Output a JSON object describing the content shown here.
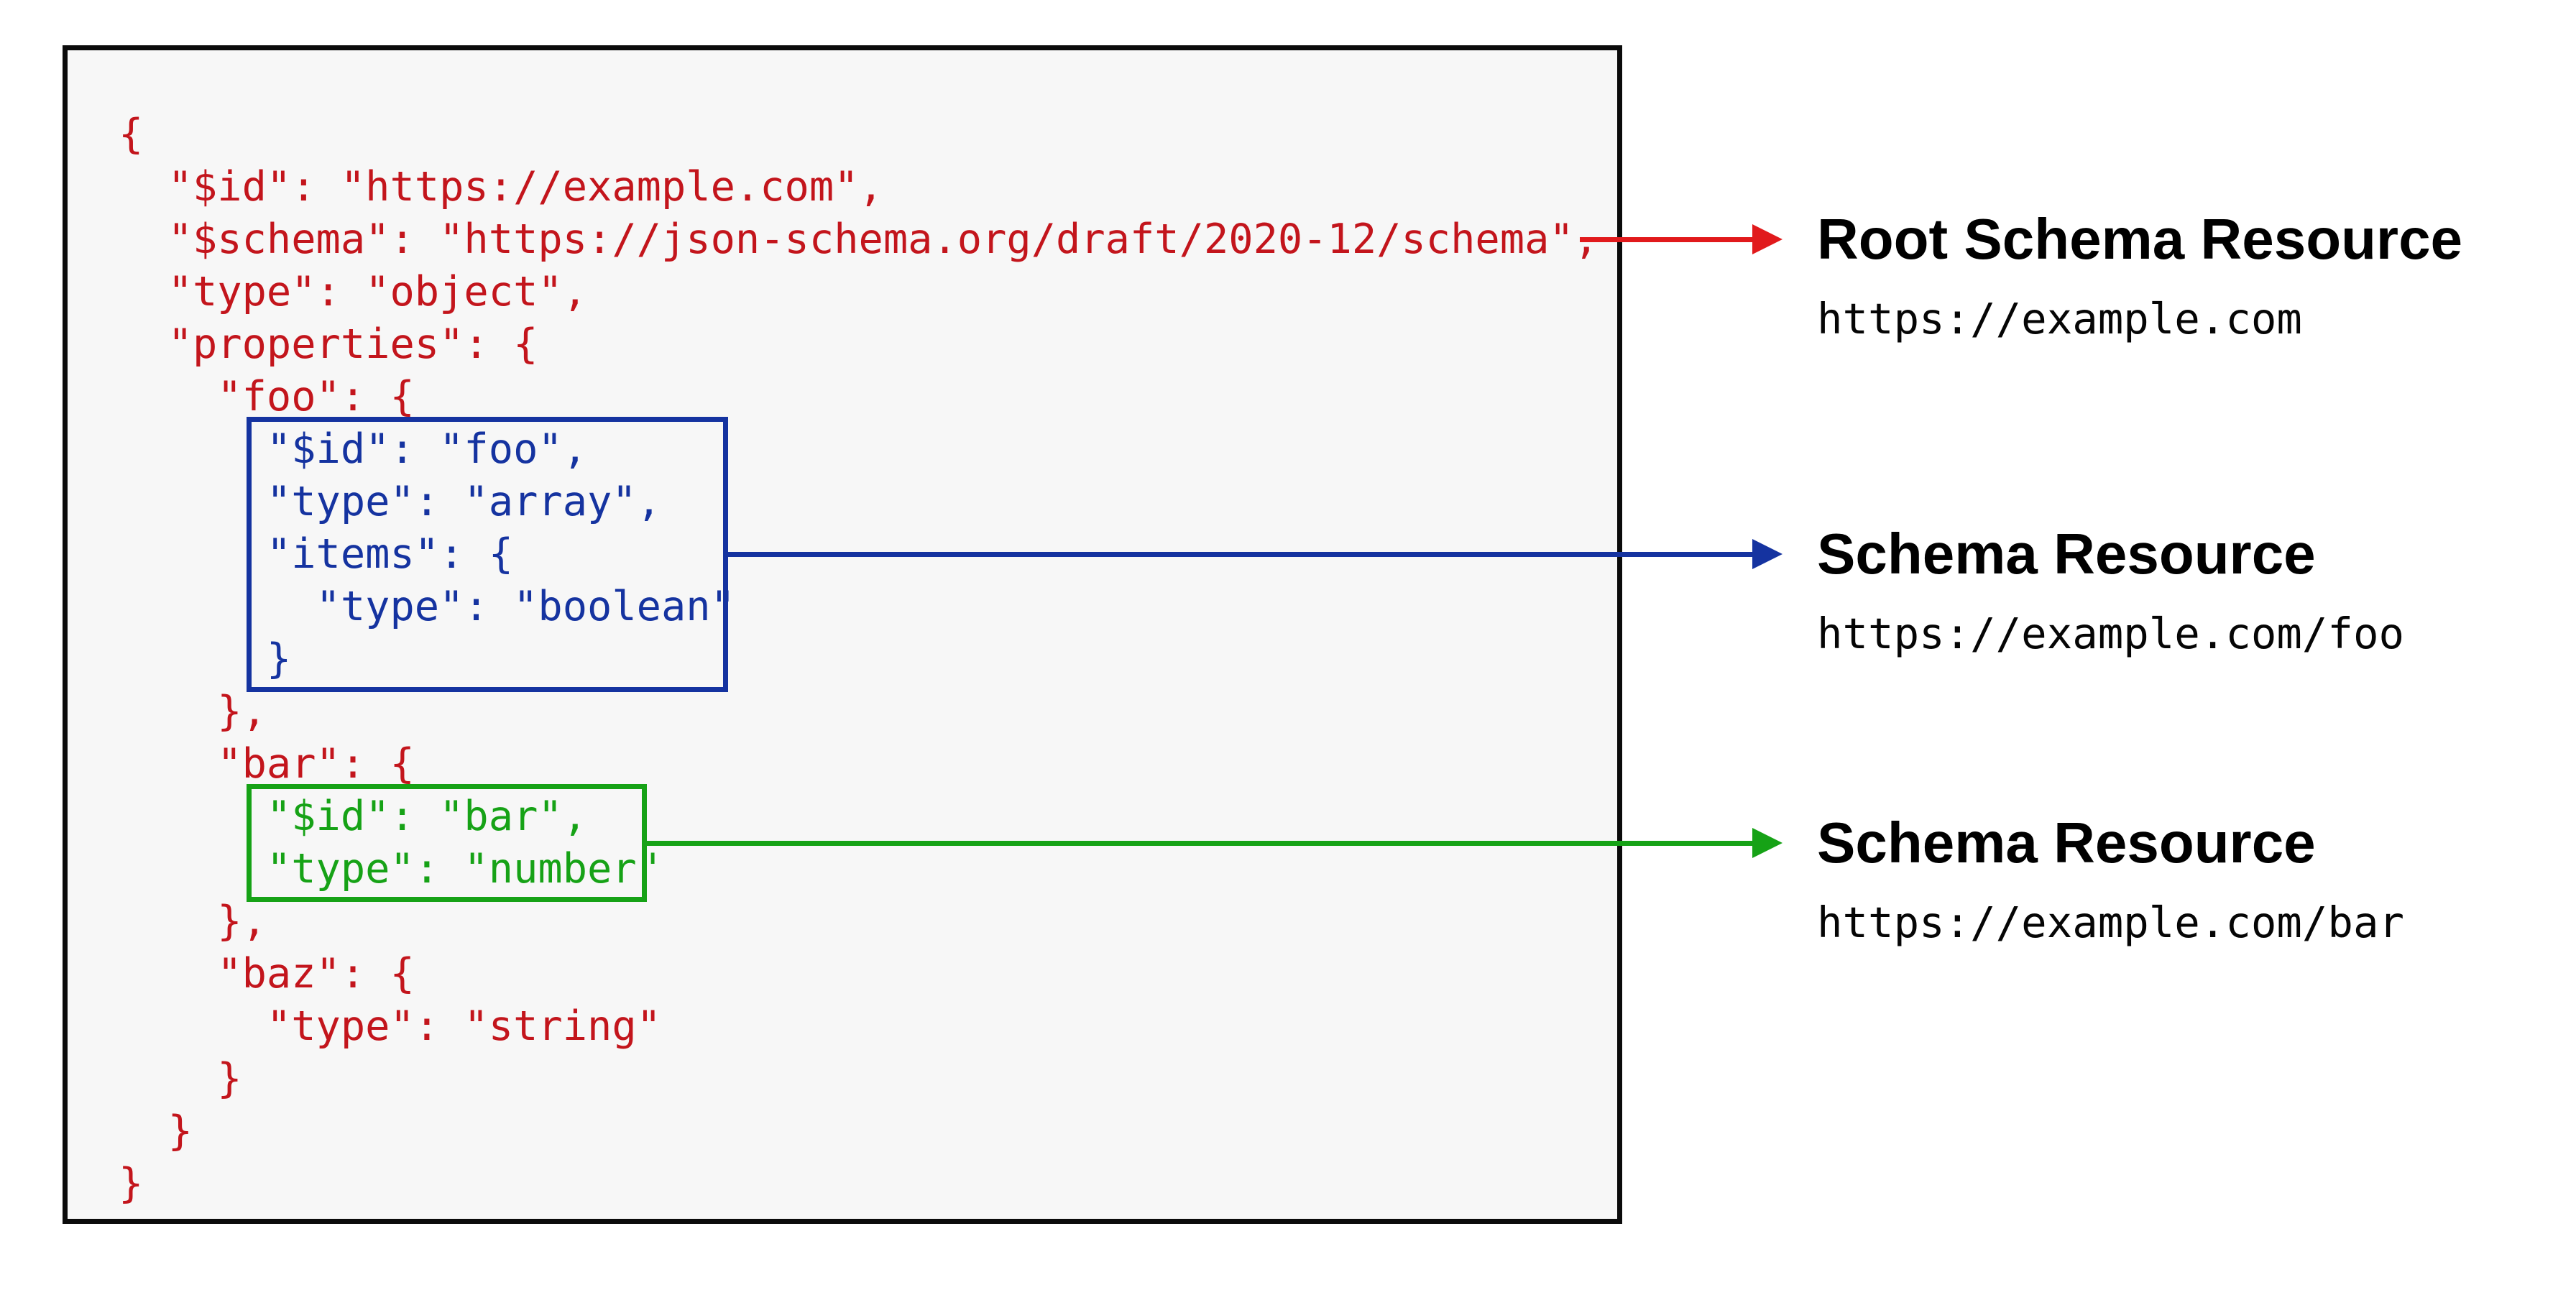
{
  "colors": {
    "code_red": "#c3151c",
    "code_blue": "#1533a0",
    "code_green": "#16a216",
    "arrow_red": "#e11a1c",
    "arrow_blue": "#1533a0",
    "arrow_green": "#16a216",
    "code_box_background": "#f7f7f7",
    "code_box_border": "#0b0b0b",
    "label_text": "#000000"
  },
  "code_lines": [
    {
      "text": "{",
      "color": "red"
    },
    {
      "text": "  \"$id\": \"https://example.com\",",
      "color": "red"
    },
    {
      "text": "  \"$schema\": \"https://json-schema.org/draft/2020-12/schema\",",
      "color": "red"
    },
    {
      "text": "  \"type\": \"object\",",
      "color": "red"
    },
    {
      "text": "  \"properties\": {",
      "color": "red"
    },
    {
      "text": "    \"foo\": {",
      "color": "red"
    },
    {
      "text": "      \"$id\": \"foo\",",
      "color": "blue"
    },
    {
      "text": "      \"type\": \"array\",",
      "color": "blue"
    },
    {
      "text": "      \"items\": {",
      "color": "blue"
    },
    {
      "text": "        \"type\": \"boolean\"",
      "color": "blue"
    },
    {
      "text": "      }",
      "color": "blue"
    },
    {
      "text": "    },",
      "color": "red"
    },
    {
      "text": "    \"bar\": {",
      "color": "red"
    },
    {
      "text": "      \"$id\": \"bar\",",
      "color": "green"
    },
    {
      "text": "      \"type\": \"number\"",
      "color": "green"
    },
    {
      "text": "    },",
      "color": "red"
    },
    {
      "text": "    \"baz\": {",
      "color": "red"
    },
    {
      "text": "      \"type\": \"string\"",
      "color": "red"
    },
    {
      "text": "    }",
      "color": "red"
    },
    {
      "text": "  }",
      "color": "red"
    },
    {
      "text": "}",
      "color": "red"
    }
  ],
  "annotations": [
    {
      "title": "Root Schema Resource",
      "url": "https://example.com",
      "arrow_color": "#e11a1c"
    },
    {
      "title": "Schema Resource",
      "url": "https://example.com/foo",
      "arrow_color": "#1533a0"
    },
    {
      "title": "Schema Resource",
      "url": "https://example.com/bar",
      "arrow_color": "#16a216"
    }
  ]
}
